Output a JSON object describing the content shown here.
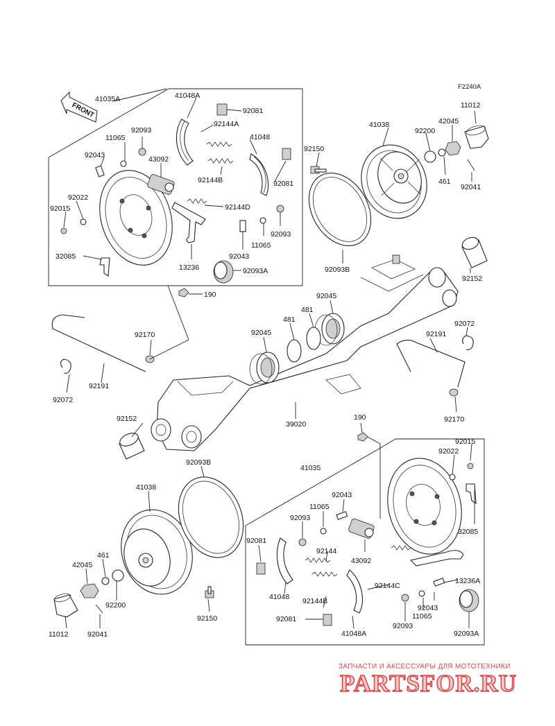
{
  "figure_code": "F2240A",
  "front_label": "FRONT",
  "labels": [
    {
      "id": "41035A",
      "text": "41035A"
    },
    {
      "id": "41048A-top",
      "text": "41048A"
    },
    {
      "id": "92081-top1",
      "text": "92081"
    },
    {
      "id": "92093-top1",
      "text": "92093"
    },
    {
      "id": "92144A-top",
      "text": "92144A"
    },
    {
      "id": "11065-top1",
      "text": "11065"
    },
    {
      "id": "41048-top",
      "text": "41048"
    },
    {
      "id": "92043-top1",
      "text": "92043"
    },
    {
      "id": "43092-top",
      "text": "43092"
    },
    {
      "id": "92144B-top",
      "text": "92144B"
    },
    {
      "id": "92081-top2",
      "text": "92081"
    },
    {
      "id": "92022-top",
      "text": "92022"
    },
    {
      "id": "92015-top",
      "text": "92015"
    },
    {
      "id": "92144D-top",
      "text": "92144D"
    },
    {
      "id": "92093-top2",
      "text": "92093"
    },
    {
      "id": "11065-top2",
      "text": "11065"
    },
    {
      "id": "32085-top",
      "text": "32085"
    },
    {
      "id": "92043-top2",
      "text": "92043"
    },
    {
      "id": "13236",
      "text": "13236"
    },
    {
      "id": "92093A-top",
      "text": "92093A"
    },
    {
      "id": "190-top",
      "text": "190"
    },
    {
      "id": "41038-top",
      "text": "41038"
    },
    {
      "id": "92150-top",
      "text": "92150"
    },
    {
      "id": "92200-top",
      "text": "92200"
    },
    {
      "id": "42045-top",
      "text": "42045"
    },
    {
      "id": "11012-top",
      "text": "11012"
    },
    {
      "id": "461-top",
      "text": "461"
    },
    {
      "id": "92041-top",
      "text": "92041"
    },
    {
      "id": "92093B-top",
      "text": "92093B"
    },
    {
      "id": "92152-top",
      "text": "92152"
    },
    {
      "id": "92045-top1",
      "text": "92045"
    },
    {
      "id": "481-top1",
      "text": "481"
    },
    {
      "id": "481-top2",
      "text": "481"
    },
    {
      "id": "92045-top2",
      "text": "92045"
    },
    {
      "id": "92072-top",
      "text": "92072"
    },
    {
      "id": "92170-left",
      "text": "92170"
    },
    {
      "id": "92191-right",
      "text": "92191"
    },
    {
      "id": "92072-left",
      "text": "92072"
    },
    {
      "id": "92191-left",
      "text": "92191"
    },
    {
      "id": "92170-right",
      "text": "92170"
    },
    {
      "id": "92152-left",
      "text": "92152"
    },
    {
      "id": "39020",
      "text": "39020"
    },
    {
      "id": "190-bottom",
      "text": "190"
    },
    {
      "id": "92015-bottom",
      "text": "92015"
    },
    {
      "id": "92022-bottom",
      "text": "92022"
    },
    {
      "id": "92093B-bottom",
      "text": "92093B"
    },
    {
      "id": "41035",
      "text": "41035"
    },
    {
      "id": "41038-bottom",
      "text": "41038"
    },
    {
      "id": "92043-bottom1",
      "text": "92043"
    },
    {
      "id": "11065-bottom1",
      "text": "11065"
    },
    {
      "id": "92093-bottom1",
      "text": "92093"
    },
    {
      "id": "32085-bottom",
      "text": "32085"
    },
    {
      "id": "92081-bottom1",
      "text": "92081"
    },
    {
      "id": "461-bottom",
      "text": "461"
    },
    {
      "id": "43092-bottom",
      "text": "43092"
    },
    {
      "id": "92144",
      "text": "92144"
    },
    {
      "id": "42045-bottom",
      "text": "42045"
    },
    {
      "id": "92144C",
      "text": "92144C"
    },
    {
      "id": "13236A",
      "text": "13236A"
    },
    {
      "id": "41048-bottom",
      "text": "41048"
    },
    {
      "id": "92200-bottom",
      "text": "92200"
    },
    {
      "id": "92144B-bottom",
      "text": "92144B"
    },
    {
      "id": "92043-bottom2",
      "text": "92043"
    },
    {
      "id": "92150-bottom",
      "text": "92150"
    },
    {
      "id": "92081-bottom2",
      "text": "92081"
    },
    {
      "id": "92093-bottom2",
      "text": "92093"
    },
    {
      "id": "11065-bottom2",
      "text": "11065"
    },
    {
      "id": "11012-bottom",
      "text": "11012"
    },
    {
      "id": "92041-bottom",
      "text": "92041"
    },
    {
      "id": "41048A-bottom",
      "text": "41048A"
    },
    {
      "id": "92093A-bottom",
      "text": "92093A"
    }
  ],
  "watermark": {
    "tagline": "ЗАПЧАСТИ И АКСЕССУАРЫ ДЛЯ МОТОТЕХНИКИ",
    "brand": "PARTSFOR.RU"
  }
}
